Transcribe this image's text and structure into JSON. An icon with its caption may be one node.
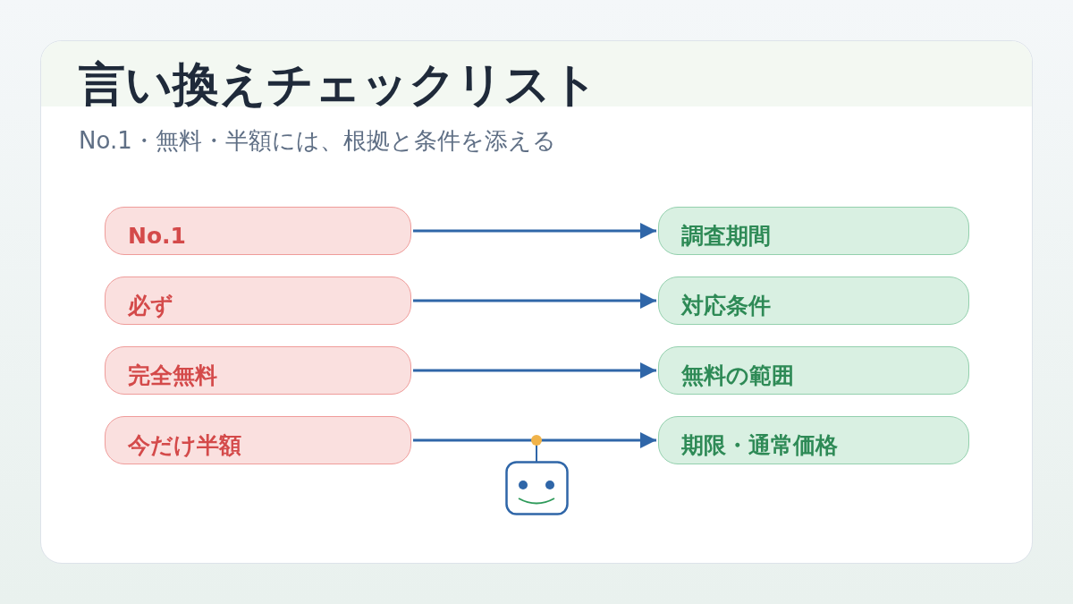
{
  "diagram": {
    "title": "言い換えチェックリスト",
    "caption": "No.1・無料・半額には、根拠と条件を添える",
    "nodes": [
      {
        "text": [
          "No.1"
        ]
      },
      {
        "text": [
          "調査期間"
        ]
      },
      {
        "text": [
          "必ず"
        ]
      },
      {
        "text": [
          "対応条件"
        ]
      },
      {
        "text": [
          "完全無料"
        ]
      },
      {
        "text": [
          "無料の範囲"
        ]
      },
      {
        "text": [
          "今だけ半額"
        ]
      },
      {
        "text": [
          "期限・通常価格"
        ]
      }
    ],
    "edges": [
      {
        "from": 0,
        "to": 1,
        "arrow": "to"
      },
      {
        "from": 2,
        "to": 3,
        "arrow": "to"
      },
      {
        "from": 4,
        "to": 5,
        "arrow": "to"
      },
      {
        "from": 6,
        "to": 7,
        "arrow": "to"
      }
    ]
  }
}
